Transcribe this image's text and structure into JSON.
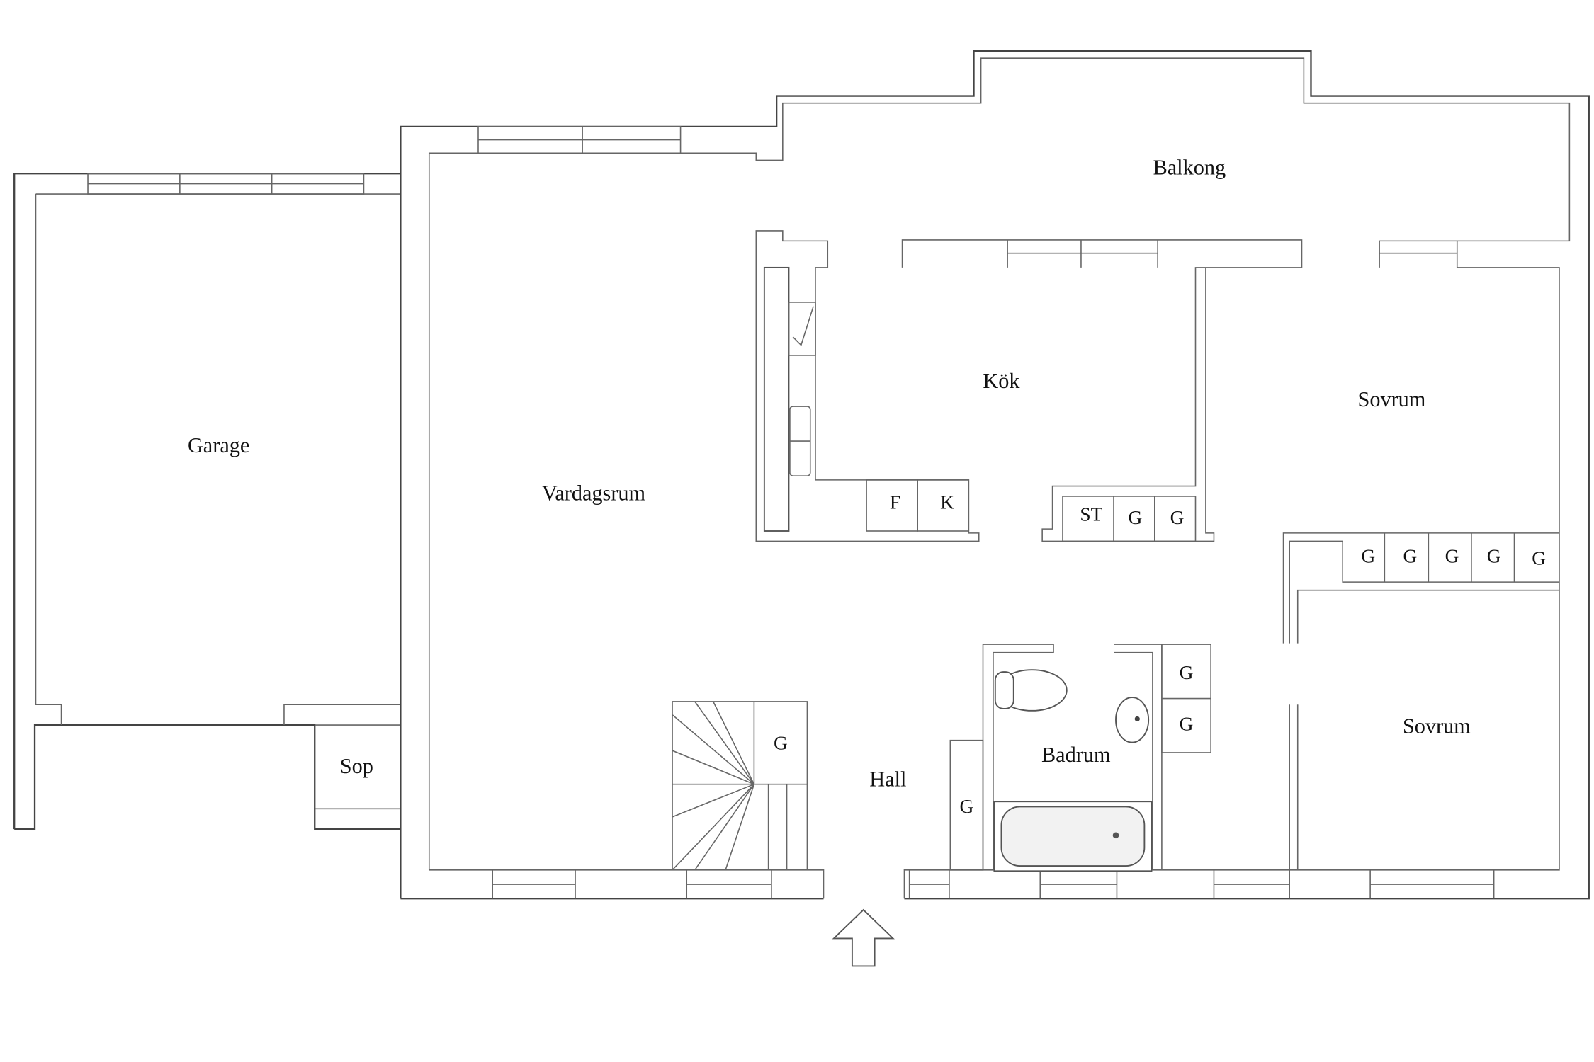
{
  "rooms": {
    "balkong": "Balkong",
    "kok": "Kök",
    "sovrum1": "Sovrum",
    "sovrum2": "Sovrum",
    "garage": "Garage",
    "vardagsrum": "Vardagsrum",
    "hall": "Hall",
    "badrum": "Badrum",
    "sop": "Sop"
  },
  "fixtures": {
    "fridge": "F",
    "freezer": "K",
    "storage": "ST",
    "wardrobe": "G"
  }
}
